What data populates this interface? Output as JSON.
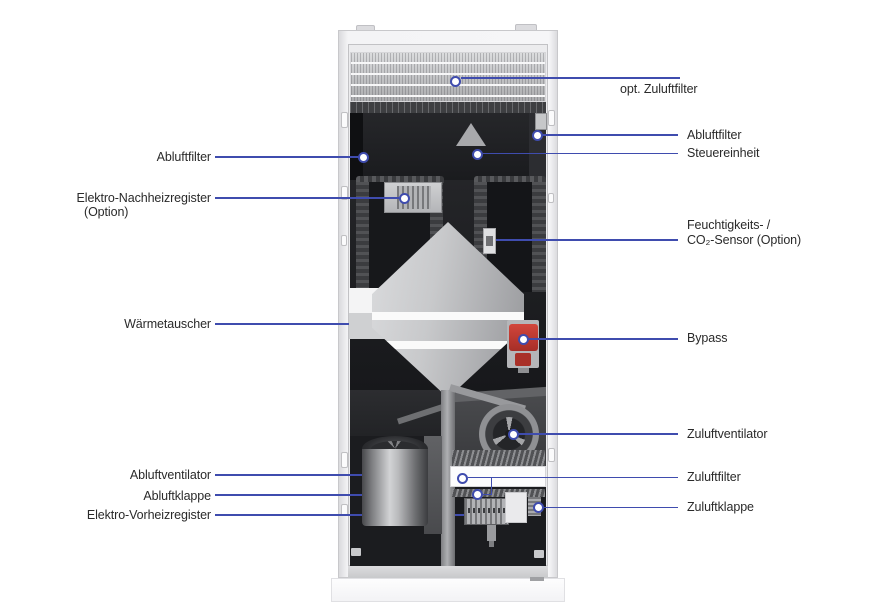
{
  "figure": {
    "type": "ventilation-unit-cutaway-diagram",
    "language": "de"
  },
  "colors": {
    "callout_line": "#3f4cae",
    "label_text": "#2a2a2a",
    "bypass_red": "#b6362e",
    "background": "#ffffff"
  },
  "labels": {
    "left": [
      {
        "text": "Abluftfilter"
      },
      {
        "text": "Elektro-Nachheizregister",
        "text2": "(Option)"
      },
      {
        "text": "Wärmetauscher"
      },
      {
        "text": "Abluftventilator"
      },
      {
        "text": "Abluftklappe"
      },
      {
        "text": "Elektro-Vorheizregister"
      }
    ],
    "right": [
      {
        "text": "opt. Zuluftfilter"
      },
      {
        "text": "Abluftfilter"
      },
      {
        "text": "Steuereinheit"
      },
      {
        "text": "Feuchtigkeits- /",
        "text2": "CO₂-Sensor (Option)"
      },
      {
        "text": "Bypass"
      },
      {
        "text": "Zuluftventilator"
      },
      {
        "text": "Zuluftfilter"
      },
      {
        "text": "Zuluftklappe"
      }
    ]
  }
}
